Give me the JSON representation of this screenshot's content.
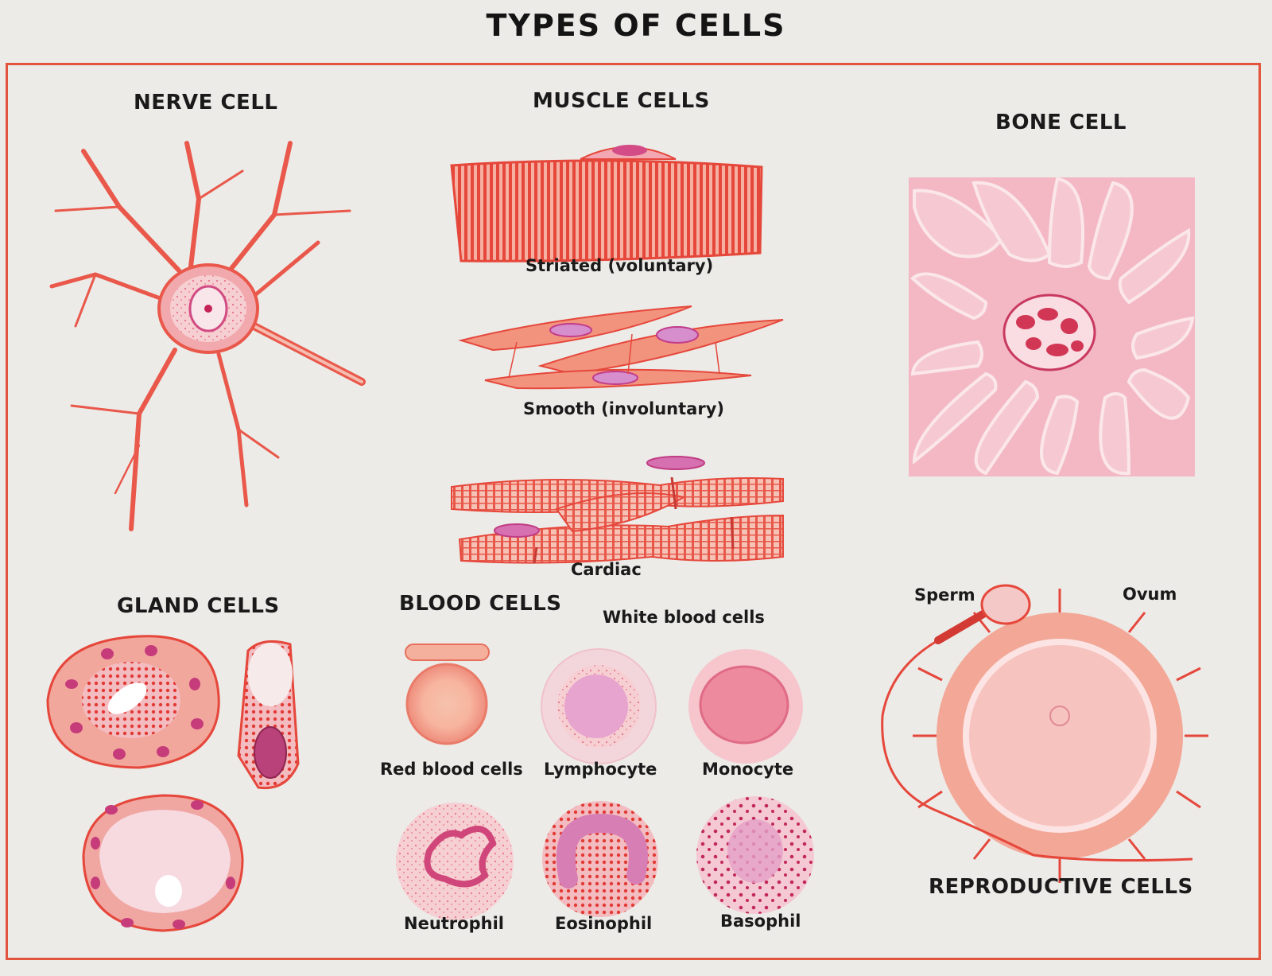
{
  "title": "TYPES OF CELLS",
  "sections": {
    "nerve": "NERVE CELL",
    "muscle": "MUSCLE CELLS",
    "bone": "BONE CELL",
    "gland": "GLAND CELLS",
    "blood": "BLOOD CELLS",
    "reproductive": "REPRODUCTIVE CELLS"
  },
  "muscle": {
    "striated": "Striated (voluntary)",
    "smooth": "Smooth (involuntary)",
    "cardiac": "Cardiac"
  },
  "blood": {
    "white": "White blood cells",
    "rbc": "Red blood cells",
    "lymphocyte": "Lymphocyte",
    "monocyte": "Monocyte",
    "neutrophil": "Neutrophil",
    "eosinophil": "Eosinophil",
    "basophil": "Basophil"
  },
  "reproductive": {
    "sperm": "Sperm",
    "ovum": "Ovum"
  },
  "colors": {
    "frame": "#e2553c",
    "cell_red": "#e8473a",
    "cell_pink": "#f3b3b8",
    "nucleus": "#c0306a",
    "background": "#ecebe8"
  }
}
